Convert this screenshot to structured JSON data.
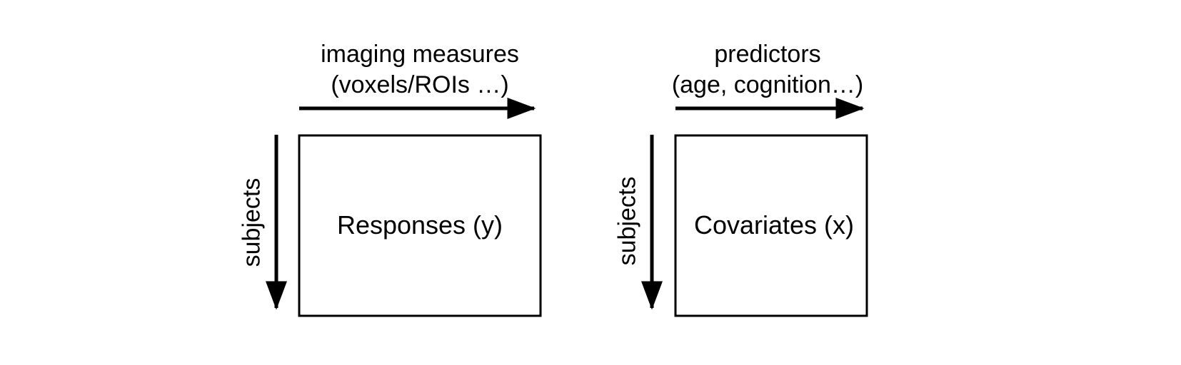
{
  "panels": [
    {
      "id": "responses",
      "top_label_line1": "imaging measures",
      "top_label_line2": "(voxels/ROIs …)",
      "side_label": "subjects",
      "box_label": "Responses (y)"
    },
    {
      "id": "covariates",
      "top_label_line1": "predictors",
      "top_label_line2": "(age, cognition…)",
      "side_label": "subjects",
      "box_label": "Covariates (x)"
    }
  ],
  "colors": {
    "stroke": "#000000",
    "background": "#ffffff"
  }
}
